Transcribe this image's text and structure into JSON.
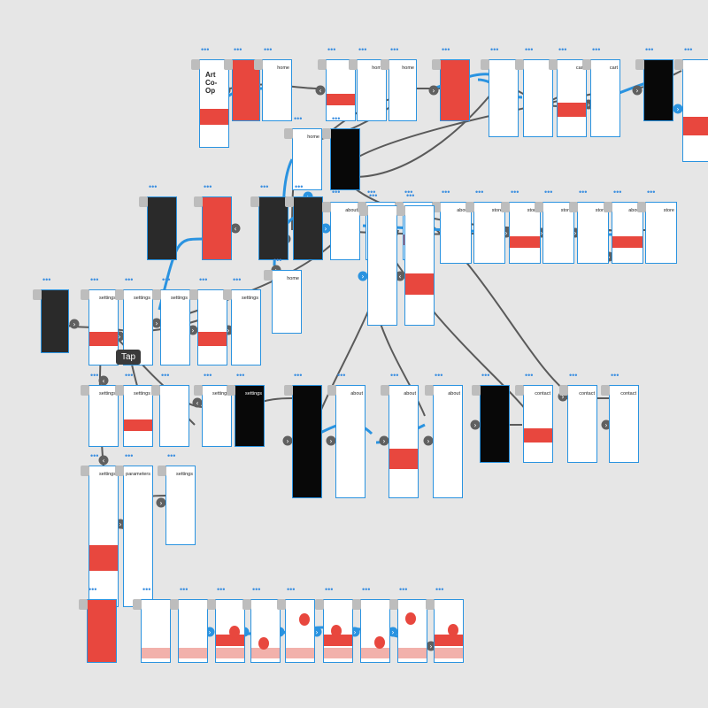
{
  "canvas": {
    "background": "#e6e6e6",
    "link_color": "#2a93e0",
    "flow_color": "#5a5a5a",
    "artboard_border": "#2a93e0"
  },
  "artboard_labels": {
    "art_coop": "Art Co-Op",
    "home": "home",
    "settings": "settings",
    "about": "about",
    "contact": "contact",
    "store": "store",
    "cart": "cart",
    "parameters": "parameters"
  },
  "tooltip": {
    "text": "Tap"
  },
  "icons": {
    "chevron_right": "›",
    "chevron_left": "‹",
    "more": "•••"
  }
}
